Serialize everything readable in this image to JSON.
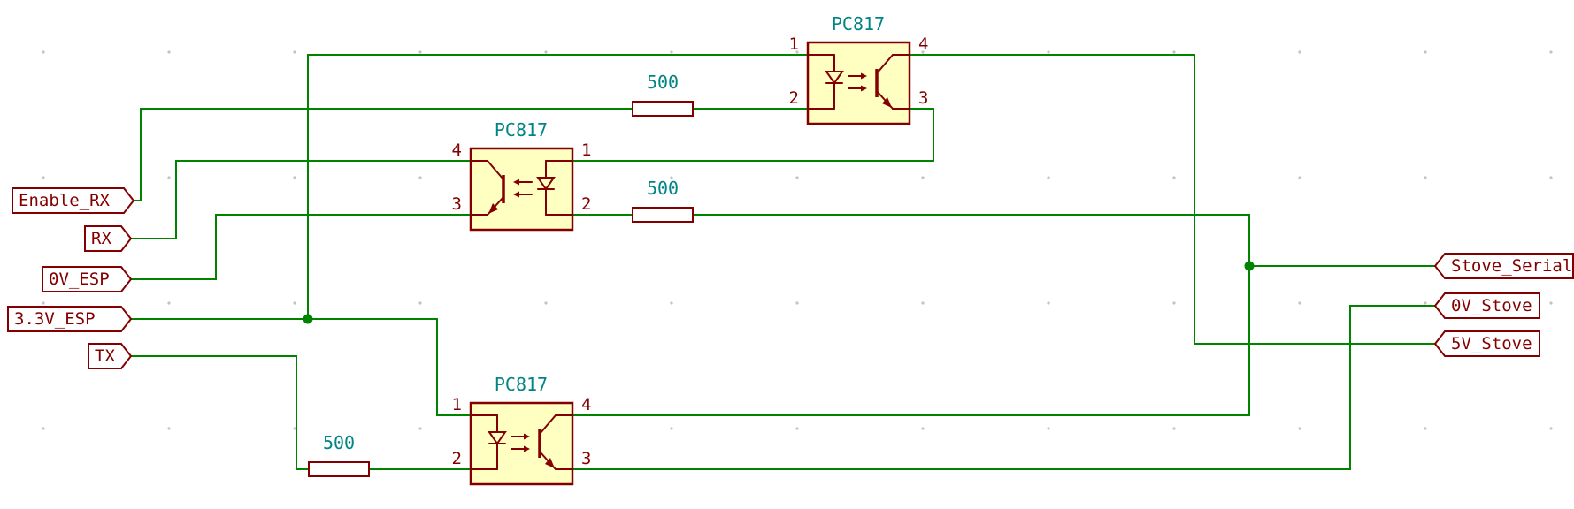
{
  "colors": {
    "background": "#ffffff",
    "grid_dot": "#c4c4c4",
    "wire": "#008400",
    "component_outline": "#840000",
    "component_fill": "#ffffc2",
    "value_text": "#008484",
    "pin_text": "#840000",
    "label_text": "#840000"
  },
  "optocouplers": [
    {
      "value": "PC817",
      "pins": {
        "tl": "1",
        "tr": "4",
        "bl": "2",
        "br": "3"
      }
    },
    {
      "value": "PC817",
      "pins": {
        "tl": "4",
        "tr": "1",
        "bl": "3",
        "br": "2"
      }
    },
    {
      "value": "PC817",
      "pins": {
        "tl": "1",
        "tr": "4",
        "bl": "2",
        "br": "3"
      }
    }
  ],
  "resistors": [
    {
      "value": "500"
    },
    {
      "value": "500"
    },
    {
      "value": "500"
    }
  ],
  "labels_left": [
    "Enable_RX",
    "RX",
    "0V_ESP",
    "3.3V_ESP",
    "TX"
  ],
  "labels_right": [
    "Stove_Serial",
    "0V_Stove",
    "5V_Stove"
  ]
}
